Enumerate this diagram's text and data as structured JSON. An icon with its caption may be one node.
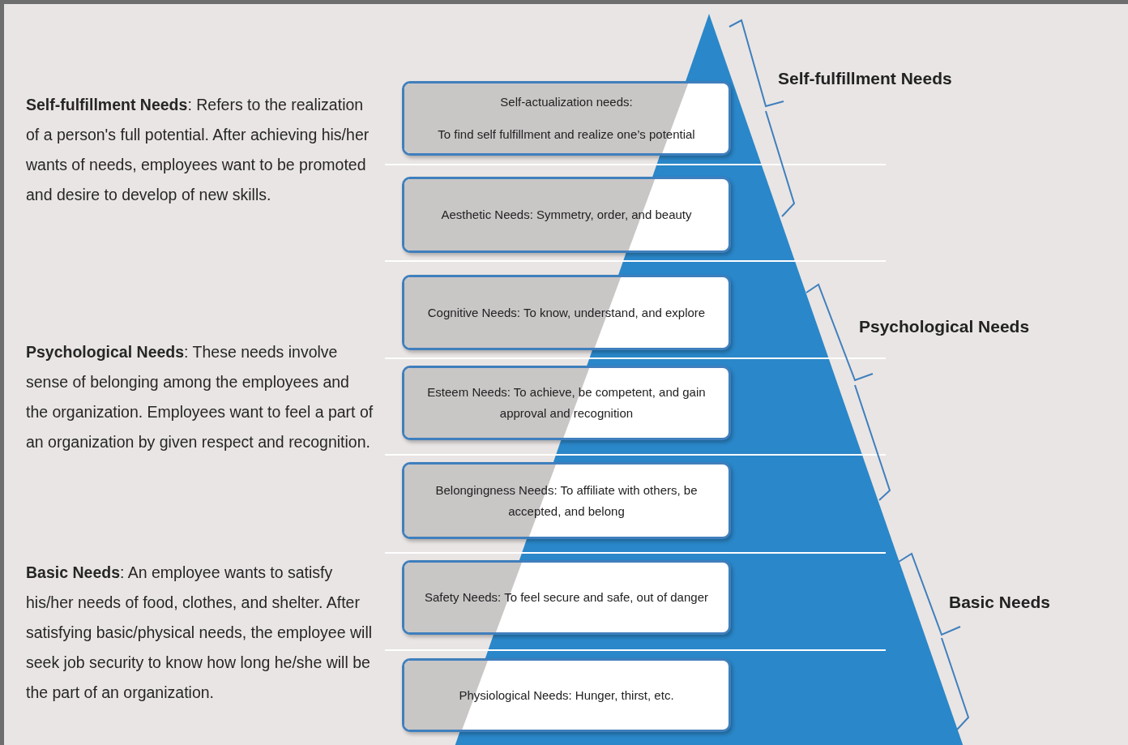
{
  "diagram": {
    "nodes": [
      {
        "text": [
          "Self-actualization needs:",
          "To find self fulfillment and realize one’s potential"
        ]
      },
      {
        "text": [
          "Aesthetic Needs: Symmetry, order, and beauty"
        ]
      },
      {
        "text": [
          "Cognitive Needs: To know, understand, and explore"
        ]
      },
      {
        "text": [
          "Esteem Needs: To achieve, be competent, and gain approval and recognition"
        ]
      },
      {
        "text": [
          "Belongingness Needs: To affiliate with others, be accepted, and belong"
        ]
      },
      {
        "text": [
          "Safety Needs: To feel secure and safe, out of danger"
        ]
      },
      {
        "text": [
          "Physiological Needs: Hunger, thirst, etc."
        ]
      }
    ],
    "labels": [
      "Self-fulfillment Needs",
      "**Self-fulfillment Needs**: Refers to the realization of a person's full potential. After achieving his/her wants of needs, employees want to be promoted and desire to develop of new skills.",
      "Psychological Needs",
      "**Psychological Needs**: These needs involve sense of belonging among the employees and the organization. Employees want to feel a part of an organization by given respect and recognition.",
      "**Basic Needs**: An employee wants to satisfy his/her needs of food, clothes, and shelter. After satisfying basic/physical  needs, the employee will seek job security to know how long he/she will be the part of an organization.",
      "Basic Needs"
    ]
  }
}
